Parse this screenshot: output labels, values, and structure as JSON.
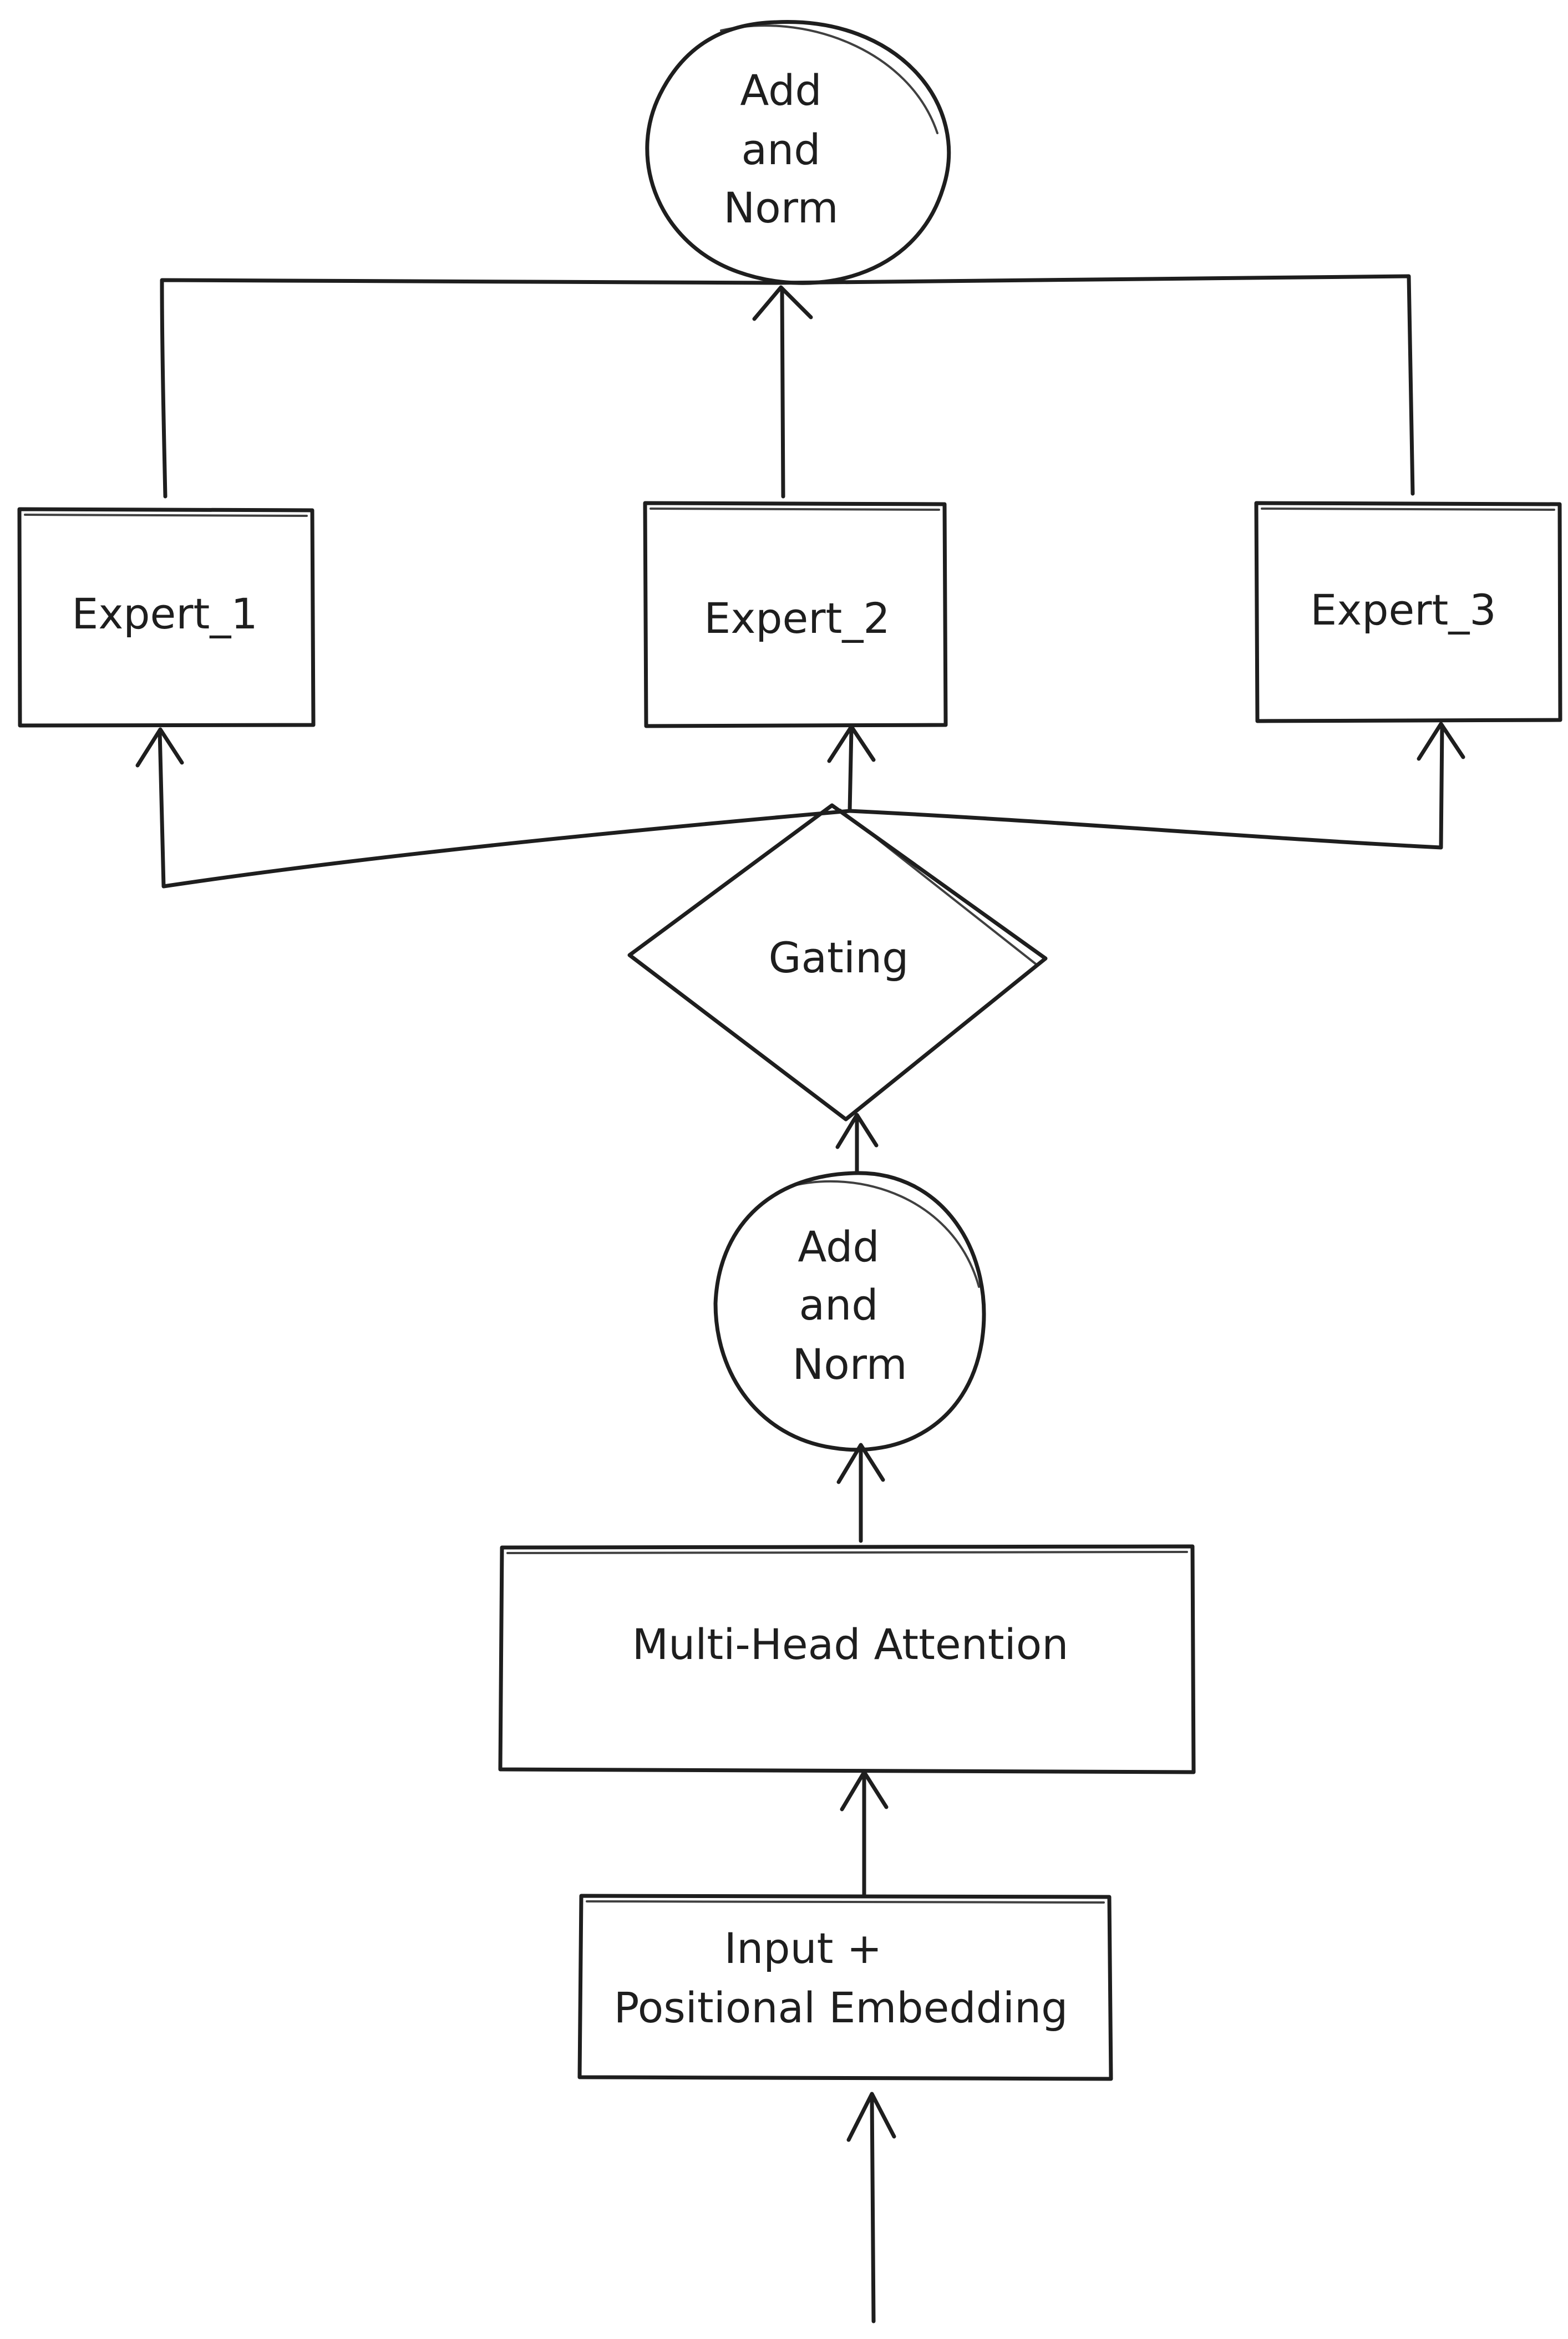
{
  "nodes": {
    "add_norm_top": {
      "lines": [
        "Add",
        "and",
        "Norm"
      ]
    },
    "expert_1": {
      "label": "Expert_1"
    },
    "expert_2": {
      "label": "Expert_2"
    },
    "expert_3": {
      "label": "Expert_3"
    },
    "gating": {
      "label": "Gating"
    },
    "add_norm_mid": {
      "lines": [
        "Add",
        "and",
        "Norm"
      ]
    },
    "multi_head_attention": {
      "label": "Multi-Head Attention"
    },
    "input_embedding": {
      "lines": [
        "Input +",
        "Positional Embedding"
      ]
    }
  },
  "colors": {
    "stroke": "#1e1e1e",
    "background": "#ffffff"
  }
}
